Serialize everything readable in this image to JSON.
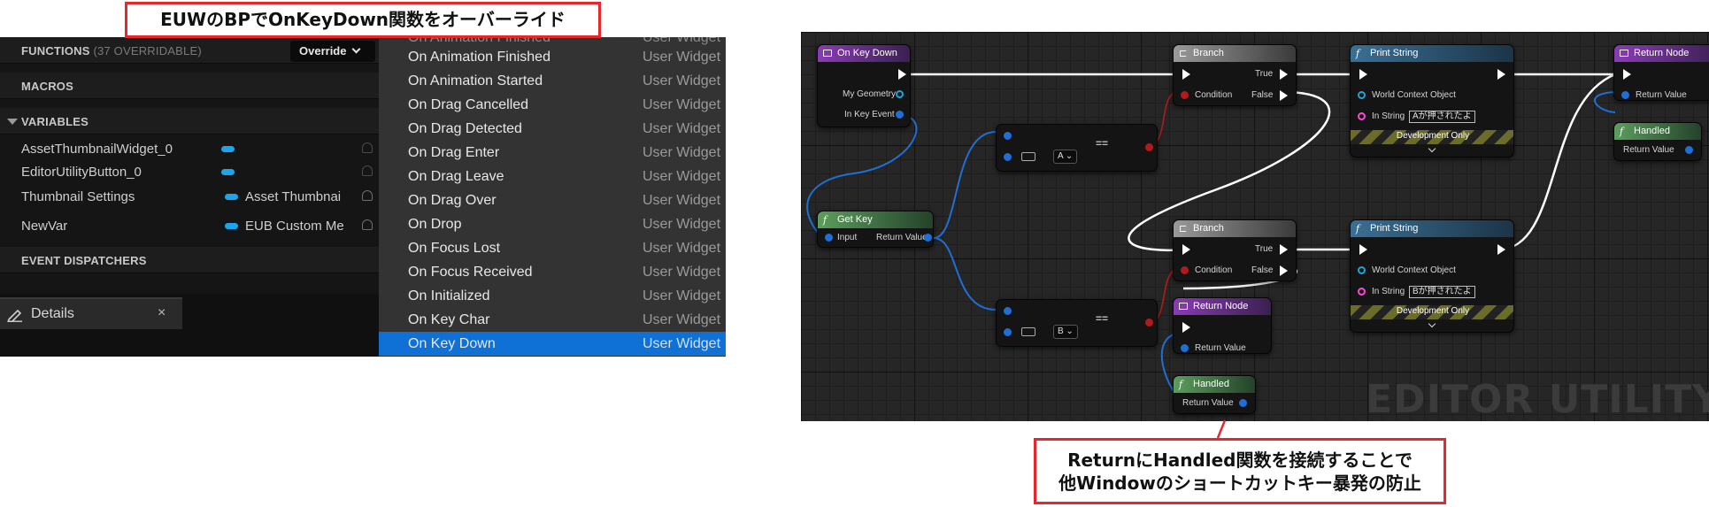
{
  "callouts": {
    "top": "EUWのBPでOnKeyDown関数をオーバーライド",
    "bottom_line1": "ReturnにHandled関数を接続することで",
    "bottom_line2": "他Windowのショートカットキー暴発の防止"
  },
  "left_panel": {
    "functions_title": "FUNCTIONS",
    "functions_count": "(37 OVERRIDABLE)",
    "override_label": "Override",
    "macros_title": "MACROS",
    "variables_title": "VARIABLES",
    "variables": [
      {
        "name": "AssetThumbnailWidget_0",
        "type": ""
      },
      {
        "name": "EditorUtilityButton_0",
        "type": ""
      },
      {
        "name": "Thumbnail Settings",
        "type": "Asset Thumbnai"
      },
      {
        "name": "NewVar",
        "type": "EUB Custom Me"
      }
    ],
    "event_dispatchers_title": "EVENT DISPATCHERS",
    "details_tab": "Details",
    "close_glyph": "×"
  },
  "function_list": {
    "cut_item_label": "On Animation Finished",
    "category": "User Widget",
    "items": [
      {
        "label": "On Animation Finished",
        "category": "User Widget"
      },
      {
        "label": "On Animation Started",
        "category": "User Widget"
      },
      {
        "label": "On Drag Cancelled",
        "category": "User Widget"
      },
      {
        "label": "On Drag Detected",
        "category": "User Widget"
      },
      {
        "label": "On Drag Enter",
        "category": "User Widget"
      },
      {
        "label": "On Drag Leave",
        "category": "User Widget"
      },
      {
        "label": "On Drag Over",
        "category": "User Widget"
      },
      {
        "label": "On Drop",
        "category": "User Widget"
      },
      {
        "label": "On Focus Lost",
        "category": "User Widget"
      },
      {
        "label": "On Focus Received",
        "category": "User Widget"
      },
      {
        "label": "On Initialized",
        "category": "User Widget"
      },
      {
        "label": "On Key Char",
        "category": "User Widget"
      },
      {
        "label": "On Key Down",
        "category": "User Widget",
        "selected": true
      }
    ]
  },
  "graph": {
    "watermark": "EDITOR UTILITY WI",
    "on_key_down": {
      "title": "On Key Down",
      "pin_geometry": "My Geometry",
      "pin_key_event": "In Key Event"
    },
    "get_key": {
      "title": "Get Key",
      "pin_input": "Input",
      "pin_return": "Return Value"
    },
    "equal_a": {
      "key": "A",
      "symbol": "=="
    },
    "equal_b": {
      "key": "B",
      "symbol": "=="
    },
    "branch1": {
      "title": "Branch",
      "condition": "Condition",
      "true_label": "True",
      "false_label": "False"
    },
    "branch2": {
      "title": "Branch",
      "condition": "Condition",
      "true_label": "True",
      "false_label": "False"
    },
    "print1": {
      "title": "Print String",
      "world": "World Context Object",
      "in_string": "In String",
      "value": "Aが押されたよ",
      "dev_only": "Development Only"
    },
    "print2": {
      "title": "Print String",
      "world": "World Context Object",
      "in_string": "In String",
      "value": "Bが押されたよ",
      "dev_only": "Development Only"
    },
    "return1": {
      "title": "Return Node",
      "pin": "Return Value"
    },
    "return2": {
      "title": "Return Node",
      "pin": "Return Value"
    },
    "handled1": {
      "title": "Handled",
      "pin": "Return Value"
    },
    "handled2": {
      "title": "Handled",
      "pin": "Return Value"
    }
  },
  "colors": {
    "callout_border": "#e8262b",
    "selection": "#0f70d6",
    "variable_pill": "#1aa6ee",
    "struct_wire": "#1e6fd6",
    "exec_wire": "#ffffff"
  }
}
